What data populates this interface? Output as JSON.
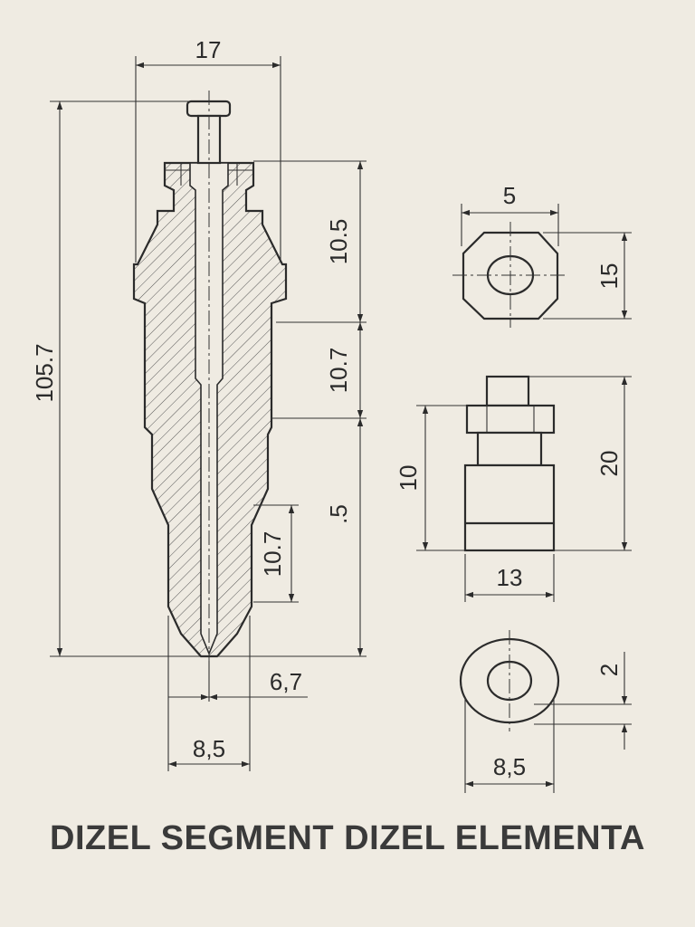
{
  "title": "DIZEL SEGMENT DIZEL ELEMENTA",
  "dimensions": {
    "top_width": "17",
    "overall_length": "105.7",
    "upper_section": "10.5",
    "middle_section": "10.7",
    "lower_section": ".5",
    "tip_section": "10.7",
    "tip_offset": "6,7",
    "base_width": "8,5",
    "hex_width": "5",
    "hex_height": "15",
    "fitting_body": "10",
    "fitting_total": "20",
    "fitting_width": "13",
    "washer_thickness": "2",
    "washer_diameter": "8,5"
  },
  "colors": {
    "background": "#efebe2",
    "line": "#2b2b2b",
    "title": "#3a3a3a"
  }
}
